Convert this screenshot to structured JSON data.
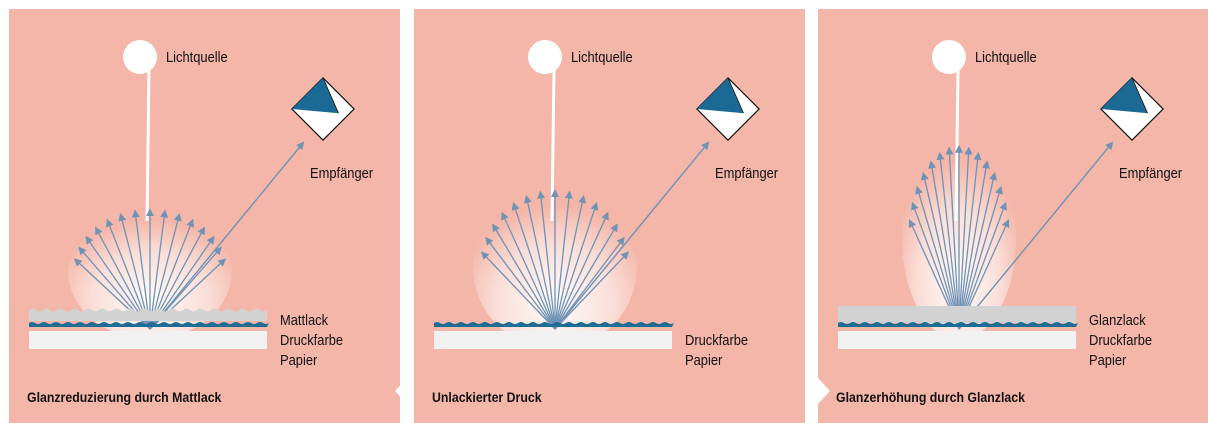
{
  "panels": [
    {
      "id": "matte",
      "light_label": "Lichtquelle",
      "receiver_label": "Empfänger",
      "layers": [
        "Mattlack",
        "Druckfarbe",
        "Papier"
      ],
      "caption": "Glanzreduzierung durch Mattlack"
    },
    {
      "id": "plain",
      "light_label": "Lichtquelle",
      "receiver_label": "Empfänger",
      "layers": [
        "Druckfarbe",
        "Papier"
      ],
      "caption": "Unlackierter Druck"
    },
    {
      "id": "gloss",
      "light_label": "Lichtquelle",
      "receiver_label": "Empfänger",
      "layers": [
        "Glanzlack",
        "Druckfarbe",
        "Papier"
      ],
      "caption": "Glanzerhöhung durch Glanzlack"
    }
  ],
  "colors": {
    "panel_background": "#f4b6a8",
    "arrow": "#6f92b5",
    "ink": "#1f6d94",
    "coating": "#d2d2d2",
    "paper": "#f1f1f1",
    "receiver_fill": "#1b6a95"
  },
  "icons": [
    "light-source-circle",
    "receiver-prism"
  ]
}
